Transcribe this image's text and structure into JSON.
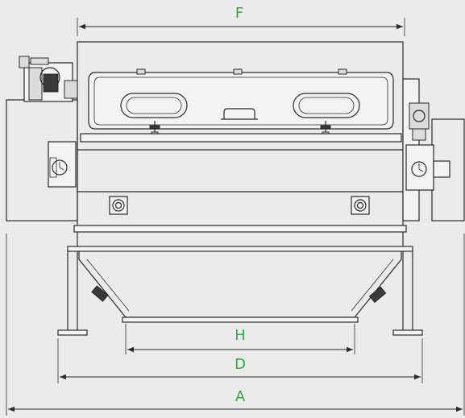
{
  "diagram": {
    "dimension_labels": {
      "F": "F",
      "H": "H",
      "D": "D",
      "A": "A"
    },
    "colors": {
      "label": "#2fae3a",
      "line": "#2a2a2a",
      "background": "#ebebeb"
    }
  }
}
